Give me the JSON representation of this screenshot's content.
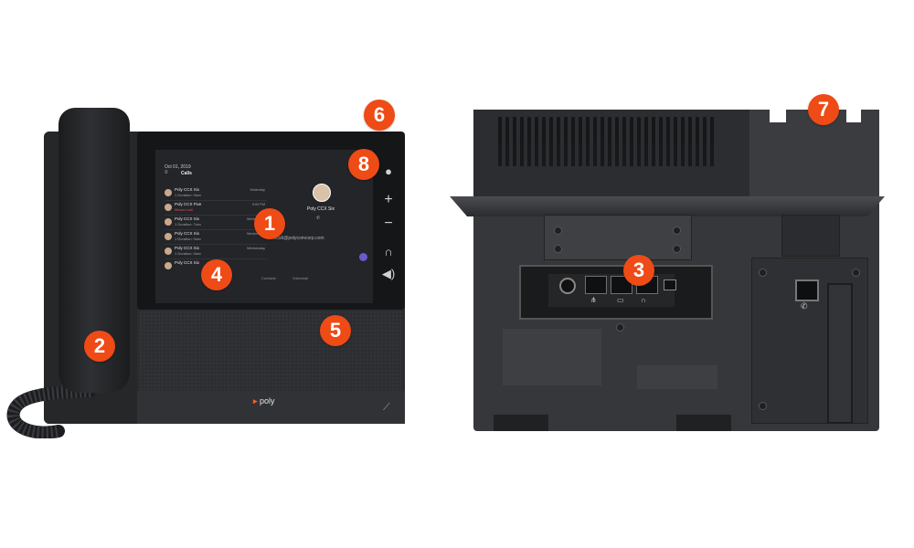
{
  "colors": {
    "accent": "#ee4b16",
    "background": "#ffffff",
    "device_dark": "#2a2c2e"
  },
  "front_phone": {
    "screen": {
      "date": "Oct 01, 2019",
      "title": "Calls",
      "contact_name": "Poly CCX Six",
      "contact_email": "ccx6@polycomcorp.com",
      "calls": [
        {
          "name": "Poly CCX Six",
          "sub": "1 Duration: 0sec",
          "time": "Yesterday",
          "missed": false
        },
        {
          "name": "Poly CCX Five",
          "sub": "Missed call",
          "time": "9:00 PM",
          "missed": true
        },
        {
          "name": "Poly CCX Six",
          "sub": "1 Duration: 7sec",
          "time": "Wednesday",
          "missed": false
        },
        {
          "name": "Poly CCX Six",
          "sub": "1 Duration: 0sec",
          "time": "Wednesday",
          "missed": false
        },
        {
          "name": "Poly CCX Six",
          "sub": "1 Duration: 0sec",
          "time": "Wednesday",
          "missed": false
        },
        {
          "name": "Poly CCX Six",
          "sub": "",
          "time": "",
          "missed": false
        }
      ],
      "bottom_tabs": [
        "Contacts",
        "Voicemail"
      ]
    },
    "brand_logo": "poly"
  },
  "callouts": [
    "1",
    "2",
    "3",
    "4",
    "5",
    "6",
    "7",
    "8"
  ],
  "icons": [
    "menu-icon",
    "teams-icon",
    "plus-icon",
    "minus-icon",
    "headset-icon",
    "volume-icon",
    "phone-handset-icon",
    "ethernet-icon",
    "computer-icon",
    "mute-icon"
  ]
}
